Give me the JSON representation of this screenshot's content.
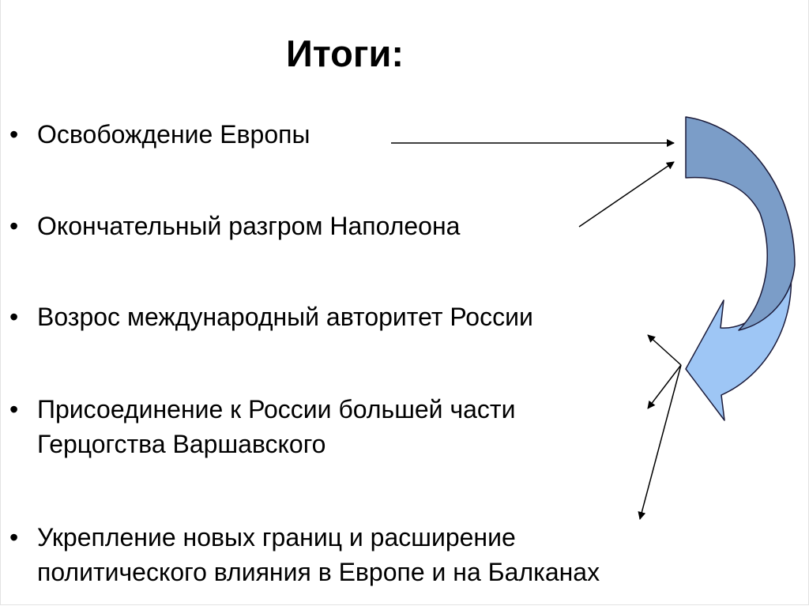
{
  "slide": {
    "title": "Итоги:",
    "bullet_symbol": "•",
    "bullets": [
      {
        "text": "Освобождение Европы"
      },
      {
        "text": "Окончательный разгром Наполеона"
      },
      {
        "text": "Возрос международный авторитет России"
      },
      {
        "text": "Присоединение к России большей части\nГерцогства Варшавского"
      },
      {
        "text": "Укрепление новых границ и расширение\nполитического влияния в Европе и на Балканах"
      }
    ]
  },
  "diagram": {
    "curved_arrow_top_color": "#7b9dc8",
    "curved_arrow_bottom_color": "#9ec6f5",
    "arrow_outline_color": "#1b1b3a",
    "connector_color": "#000000"
  }
}
